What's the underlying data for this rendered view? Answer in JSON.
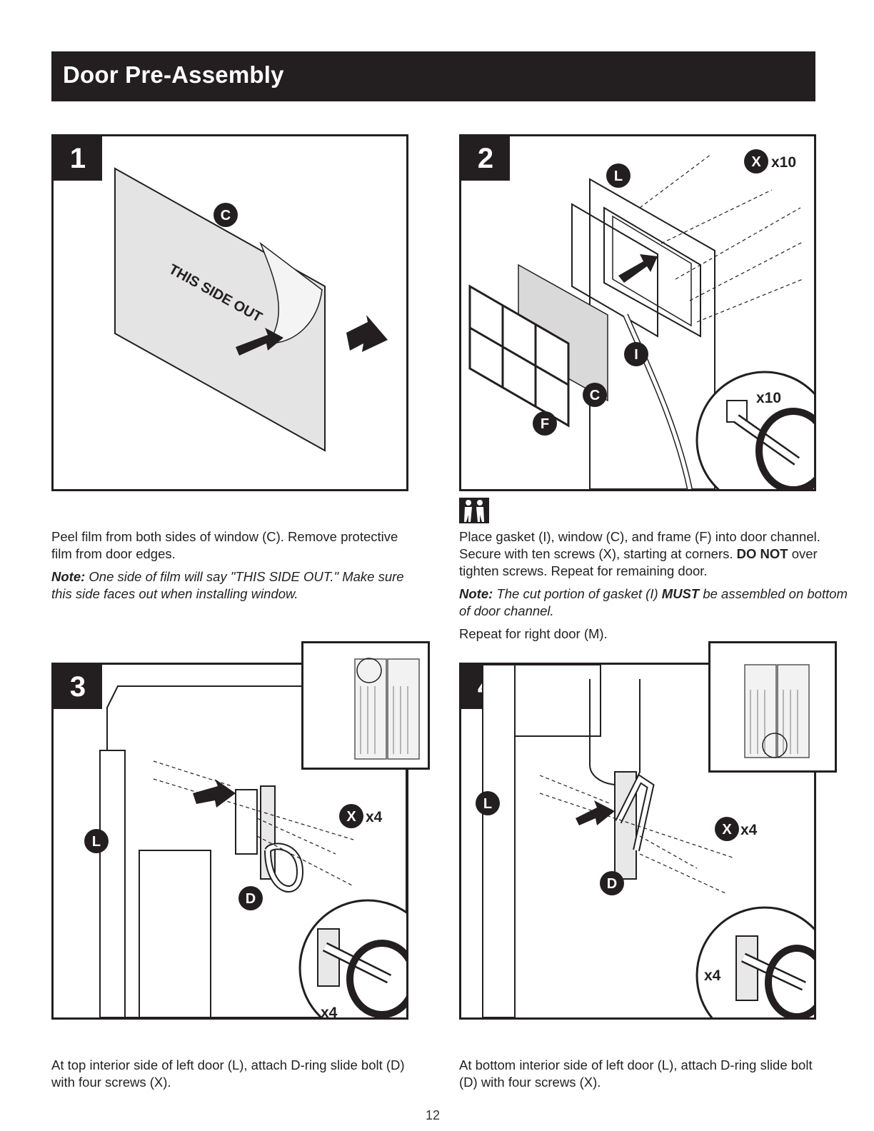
{
  "page": {
    "title": "Door Pre-Assembly",
    "page_number": "12"
  },
  "steps": [
    {
      "number": "1",
      "callouts": [
        "C"
      ],
      "film_text": "THIS SIDE OUT",
      "text": "Peel film from both sides of window (C). Remove protective film from door edges.",
      "note_label": "Note:",
      "note_text": "One side of film will say \"THIS SIDE OUT.\" Make sure this side faces out when installing window."
    },
    {
      "number": "2",
      "callouts": [
        "L",
        "X",
        "I",
        "C",
        "F"
      ],
      "qty_main": "x10",
      "qty_detail": "x10",
      "icon": "two-person-icon",
      "text_a": "Place gasket (I), window (C), and frame (F) into door channel. Secure with ten screws (X), starting at corners.",
      "text_b": "DO NOT",
      "text_c": "over tighten screws. Repeat for remaining door.",
      "note_label": "Note:",
      "note_text_a": "The cut portion of gasket (I)",
      "note_text_b": "MUST",
      "note_text_c": "be assembled on bottom of door channel.",
      "text_repeat": "Repeat for right door (M)."
    },
    {
      "number": "3",
      "callouts": [
        "X",
        "L",
        "D"
      ],
      "qty_main": "x4",
      "qty_detail": "x4",
      "text": "At top interior side of left door (L), attach D-ring slide bolt (D) with four screws (X)."
    },
    {
      "number": "4",
      "callouts": [
        "L",
        "X",
        "D"
      ],
      "qty_main": "x4",
      "qty_detail": "x4",
      "text": "At bottom interior side of left door (L), attach D-ring slide bolt (D) with four screws (X)."
    }
  ],
  "colors": {
    "header_bg": "#231f20",
    "film_gray": "#d9d9d9",
    "line": "#231f20"
  }
}
